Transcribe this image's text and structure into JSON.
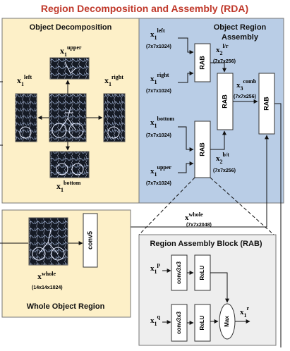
{
  "title": "Region Decomposition and Assembly (RDA)",
  "panels": {
    "object_decomposition": "Object Decomposition",
    "object_region_assembly_line1": "Object Region",
    "object_region_assembly_line2": "Assembly",
    "whole_object_region": "Whole Object Region",
    "rab_block": "Region Assembly Block (RAB)"
  },
  "crops": {
    "upper": {
      "base": "x",
      "sub": "1",
      "sup": "upper"
    },
    "left": {
      "base": "x",
      "sub": "1",
      "sup": "left"
    },
    "right": {
      "base": "x",
      "sub": "1",
      "sup": "right"
    },
    "bottom": {
      "base": "x",
      "sub": "1",
      "sup": "bottom"
    },
    "whole": {
      "base": "x",
      "sup": "whole",
      "dims": "(14x14x1024)"
    }
  },
  "features": {
    "left": {
      "base": "x",
      "sub": "1",
      "sup": "left",
      "dims": "(7x7x1024)"
    },
    "right": {
      "base": "x",
      "sub": "1",
      "sup": "right",
      "dims": "(7x7x1024)"
    },
    "bottom": {
      "base": "x",
      "sub": "1",
      "sup": "bottom",
      "dims": "(7x7x1024)"
    },
    "upper": {
      "base": "x",
      "sub": "1",
      "sup": "upper",
      "dims": "(7x7x1024)"
    },
    "lr": {
      "base": "x",
      "sub": "2",
      "sup": "l/r",
      "dims": "(7x7x256)"
    },
    "bt": {
      "base": "x",
      "sub": "2",
      "sup": "b/t",
      "dims": "(7x7x256)"
    },
    "comb": {
      "base": "x",
      "sub": "3",
      "sup": "comb",
      "dims": "(7x7x256)"
    },
    "whole": {
      "base": "x",
      "sup": "whole",
      "dims": "(7x7x2048)"
    }
  },
  "blocks": {
    "rab": "RAB",
    "conv5": "conv5",
    "conv3x3": "conv3x3",
    "relu": "ReLU",
    "max": "Max"
  },
  "rab_io": {
    "p": {
      "base": "x",
      "sub": "1",
      "sup": "p"
    },
    "q": {
      "base": "x",
      "sub": "1",
      "sup": "q"
    },
    "r": {
      "base": "x",
      "sub": "1",
      "sup": "r"
    }
  },
  "colors": {
    "title": "#c0392b",
    "decomp_bg": "#fdf0c8",
    "assembly_bg": "#b9cde6",
    "rab_bg": "#eeeeee",
    "photo_bg": "#151a24"
  }
}
